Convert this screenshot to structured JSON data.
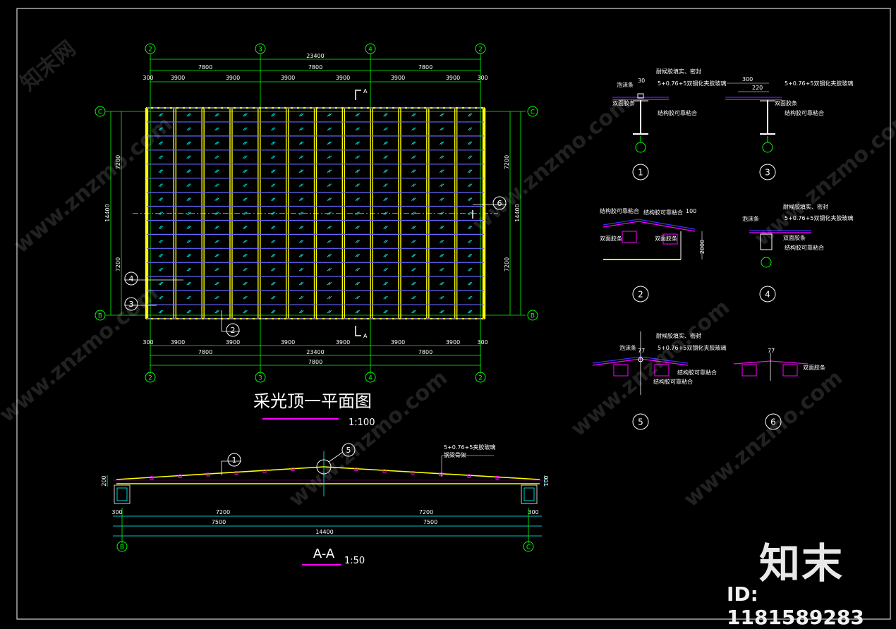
{
  "plan": {
    "title": "采光顶一平面图",
    "scale": "1:100",
    "axes_top": [
      "2",
      "3",
      "4",
      "2"
    ],
    "axes_bottom": [
      "2",
      "3",
      "4",
      "2"
    ],
    "axis_left_top": "C",
    "axis_left_bottom": "B",
    "axis_right_top": "C",
    "axis_right_bottom": "B",
    "dim_total": "23400",
    "dim_bays": [
      "7800",
      "7800",
      "7800"
    ],
    "dim_sub": [
      "300",
      "3900",
      "3900",
      "3900",
      "3900",
      "3900",
      "3900",
      "300"
    ],
    "dim_left_total": "14400",
    "dim_left_half": [
      "7200",
      "7200"
    ],
    "dim_edge": "300",
    "section_mark": "A",
    "callouts": [
      "4",
      "3",
      "2",
      "6"
    ]
  },
  "section": {
    "title": "A-A",
    "scale": "1:50",
    "dims_top": [
      "7200",
      "7200"
    ],
    "dims_mid": [
      "7500",
      "7500"
    ],
    "dim_total": "14400",
    "dim_edge": "300",
    "dim_side": "100",
    "dim_side_left": "200",
    "axis_left": "B",
    "axis_right": "C",
    "callouts": [
      "1",
      "5"
    ],
    "note_glass": "5+0.76+5夹胶玻璃",
    "note_frame": "钢梁骨架"
  },
  "details": [
    {
      "id": "1",
      "labels": [
        "泡沫条",
        "耐候胶填实、密封",
        "5+0.76+5双钢化夹胶玻璃",
        "双面胶条",
        "结构胶可靠粘合"
      ],
      "dims": [
        "30"
      ]
    },
    {
      "id": "3",
      "labels": [
        "5+0.76+5双钢化夹胶玻璃",
        "双面胶条",
        "结构胶可靠粘合"
      ],
      "dims": [
        "300",
        "220"
      ]
    },
    {
      "id": "2",
      "labels": [
        "结构胶可靠粘合",
        "结构胶可靠粘合",
        "双面胶条",
        "双面胶条"
      ],
      "dims": [
        "100",
        "2000"
      ]
    },
    {
      "id": "4",
      "labels": [
        "泡沫条",
        "耐候胶填实、密封",
        "5+0.76+5双钢化夹胶玻璃",
        "双面胶条",
        "结构胶可靠粘合"
      ],
      "dims": []
    },
    {
      "id": "5",
      "labels": [
        "泡沫条",
        "耐候胶填实、密封",
        "5+0.76+5双钢化夹胶玻璃",
        "结构胶可靠粘合",
        "结构胶可靠粘合"
      ],
      "dims": [
        "77"
      ]
    },
    {
      "id": "6",
      "labels": [
        "双面胶条"
      ],
      "dims": [
        "77"
      ]
    }
  ],
  "watermark": {
    "logo": "知末",
    "id": "ID: 1181589283",
    "url": "www.znzmo.com",
    "brand": "知末网"
  },
  "colors": {
    "frame": "#ffff00",
    "grid_line": "#00ff00",
    "glass_line": "#3333ff",
    "dim_line": "#00ffff",
    "gasket": "#ff00ff",
    "text": "#ffffff"
  }
}
